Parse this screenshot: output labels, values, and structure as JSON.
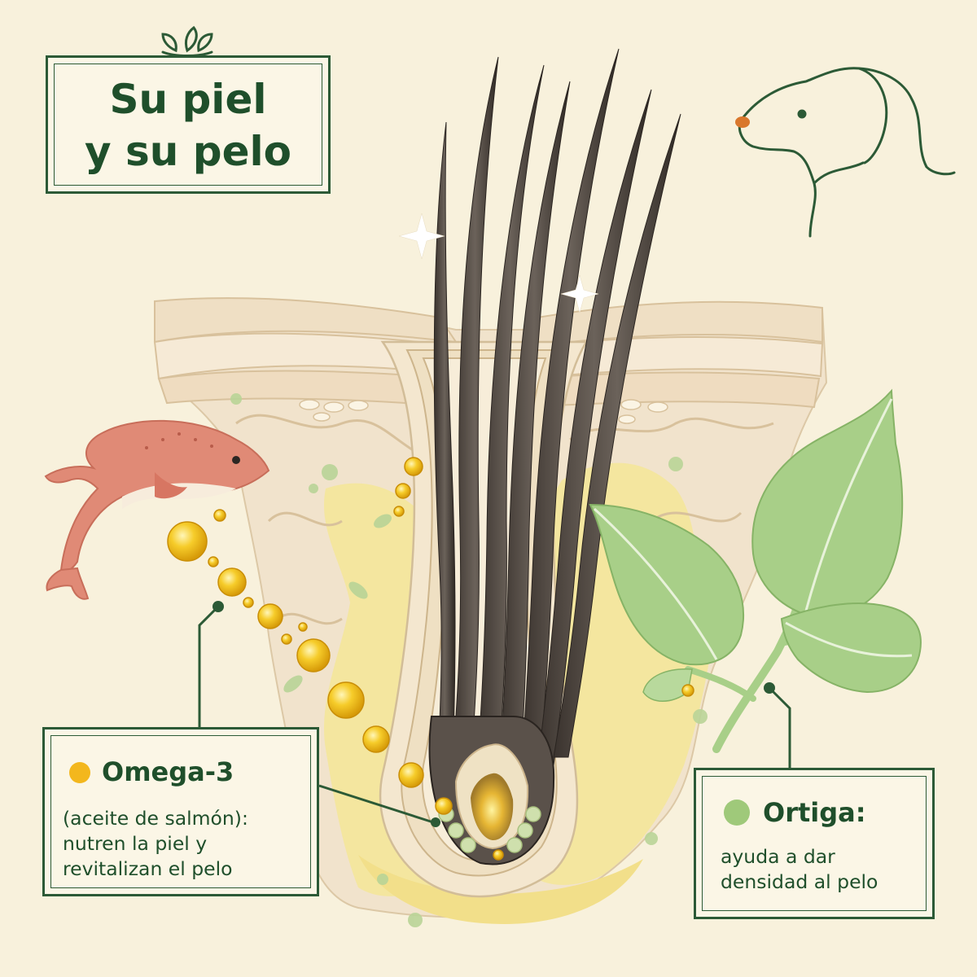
{
  "title": {
    "line1": "Su piel",
    "line2": "y su pelo"
  },
  "omega": {
    "heading": "Omega-3",
    "line1": "(aceite de salmón):",
    "line2": "nutren la piel y",
    "line3": "revitalizan el pelo",
    "dot_color": "#f3b71d"
  },
  "ortiga": {
    "heading": "Ortiga:",
    "line1": "ayuda a dar",
    "line2": "densidad al pelo",
    "dot_color": "#9fc97a"
  },
  "colors": {
    "background": "#f8f1dc",
    "frame_green": "#2c5a36",
    "skin_layers": "#f1e3cc",
    "fat_layer": "#f4e59a",
    "hair": "#4a423c",
    "salmon": "#e08a76",
    "leaf": "#a8cf88",
    "oil": "#f3c21f"
  },
  "icons": [
    "laurel-icon",
    "dog-head-icon",
    "salmon-icon",
    "nettle-leaf-icon",
    "sparkle-icon",
    "oil-droplet-icon"
  ]
}
